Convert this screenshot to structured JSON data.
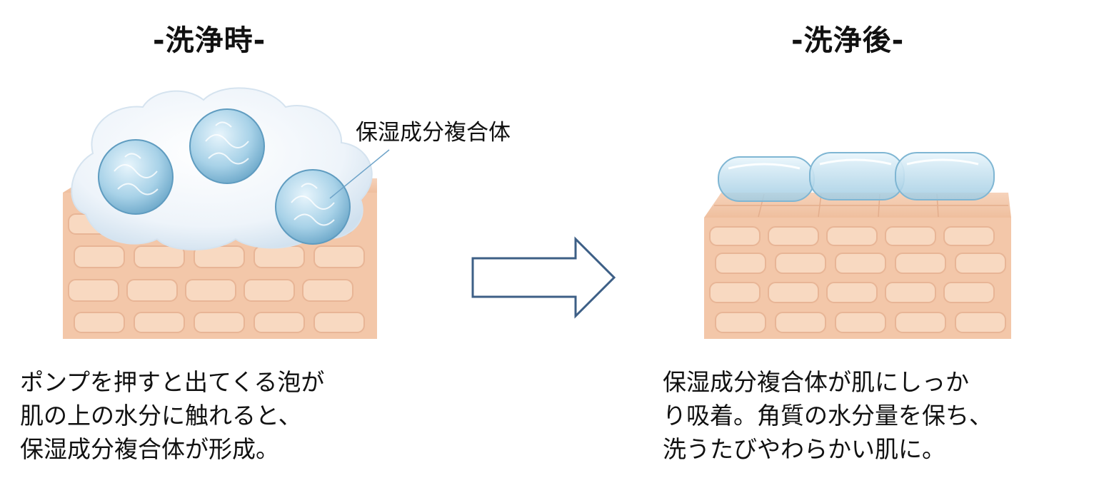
{
  "left_panel": {
    "title": "-洗浄時-",
    "callout_label": "保湿成分複合体",
    "description": [
      "ポンプを押すと出てくる泡が",
      "肌の上の水分に触れると、",
      "保湿成分複合体が形成。"
    ]
  },
  "right_panel": {
    "title": "-洗浄後-",
    "description": [
      "保湿成分複合体が肌にしっか",
      "り吸着。角質の水分量を保ち、",
      "洗うたびやわらかい肌に。"
    ]
  },
  "colors": {
    "skin": "#f3c7a9",
    "skin_brick": "#f8d9c1",
    "skin_mortar": "#e8b596",
    "foam": "#eef4fa",
    "sphere": "#a8d2e8",
    "arrow_stroke": "#3d5f86",
    "callout_line": "#6fa4c9"
  }
}
